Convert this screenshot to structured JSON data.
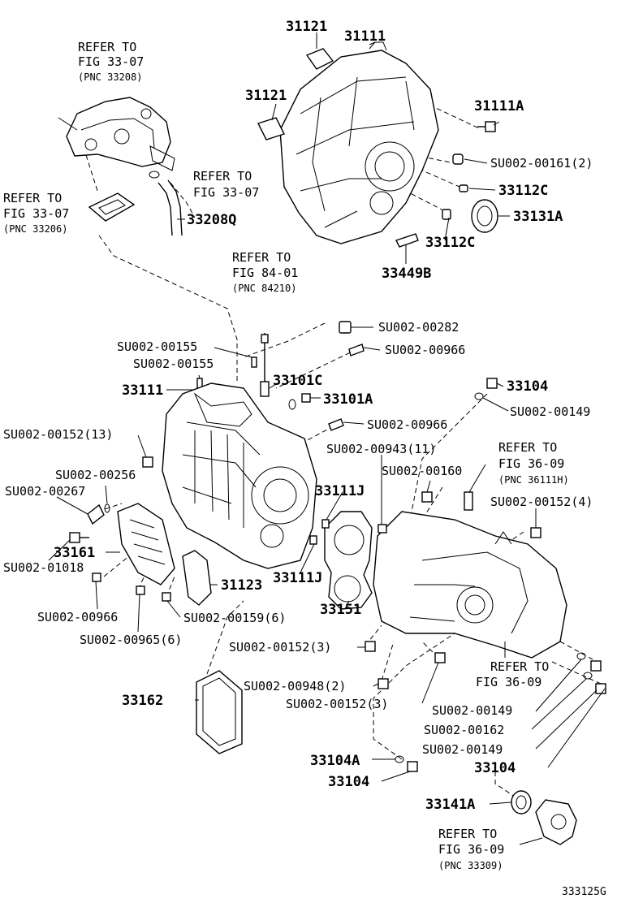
{
  "labels": {
    "refer_33_07_a": [
      "REFER TO",
      "FIG 33-07",
      "(PNC 33208)"
    ],
    "refer_33_07_b": [
      "REFER TO",
      "FIG 33-07"
    ],
    "refer_33_07_c": [
      "REFER TO",
      "FIG 33-07",
      "(PNC 33206)"
    ],
    "p33208q": "33208Q",
    "p31121_a": "31121",
    "p31111_top": "31111",
    "p31121_b": "31121",
    "p31111a": "31111A",
    "su00161": "SU002-00161(2)",
    "p33112c_a": "33112C",
    "p33131a": "33131A",
    "p33112c_b": "33112C",
    "p33449b": "33449B",
    "refer_84_01": [
      "REFER TO",
      "FIG 84-01",
      "(PNC 84210)"
    ],
    "su00282": "SU002-00282",
    "su00966_a": "SU002-00966",
    "su00155_a": "SU002-00155",
    "su00155_b": "SU002-00155",
    "p33111_mid": "33111",
    "p33101c": "33101C",
    "p33101a": "33101A",
    "p33104_a": "33104",
    "su00149_a": "SU002-00149",
    "su00966_b": "SU002-00966",
    "su00152_13": "SU002-00152(13)",
    "su00943": "SU002-00943(11)",
    "refer_36_09_a": [
      "REFER TO",
      "FIG 36-09",
      "(PNC 36111H)"
    ],
    "su00256": "SU002-00256",
    "su00160": "SU002-00160",
    "su00267": "SU002-00267",
    "p33111j_a": "33111J",
    "su00152_4": "SU002-00152(4)",
    "p33161": "33161",
    "su01018": "SU002-01018",
    "p31123": "31123",
    "p33111j_b": "33111J",
    "p33151": "33151",
    "su00966_c": "SU002-00966",
    "su00159": "SU002-00159(6)",
    "su00965": "SU002-00965(6)",
    "su00152_3a": "SU002-00152(3)",
    "refer_36_09_b": [
      "REFER TO",
      "FIG 36-09"
    ],
    "su00948": "SU002-00948(2)",
    "p33162": "33162",
    "su00152_3b": "SU002-00152(3)",
    "su00149_b": "SU002-00149",
    "su00162": "SU002-00162",
    "su00149_c": "SU002-00149",
    "p33104a": "33104A",
    "p33104_b": "33104",
    "p33104_c": "33104",
    "p33141a": "33141A",
    "refer_36_09_c": [
      "REFER TO",
      "FIG 36-09",
      "(PNC 33309)"
    ],
    "figure_id": "333125G"
  }
}
